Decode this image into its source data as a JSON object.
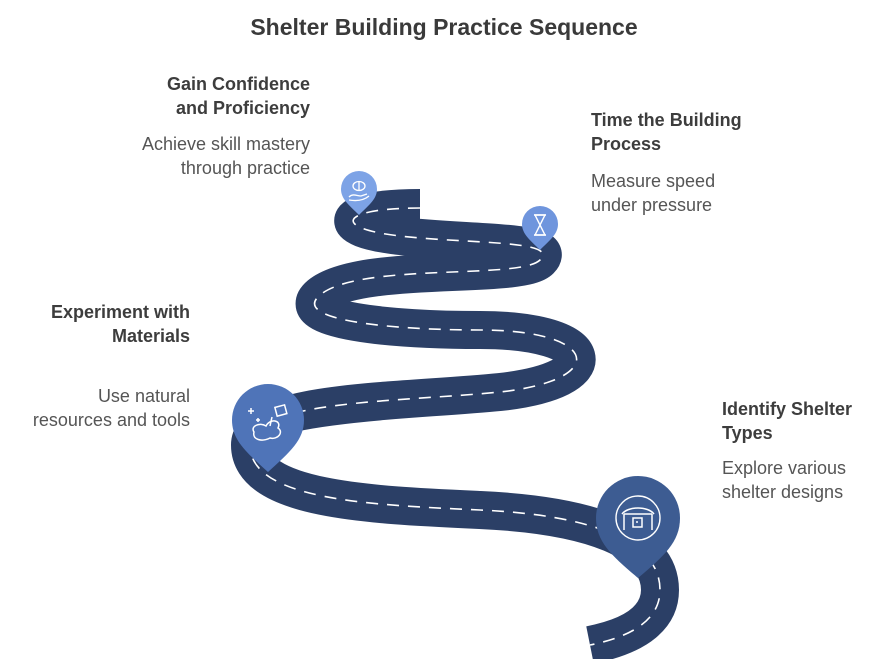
{
  "title": "Shelter Building Practice Sequence",
  "steps": [
    {
      "heading_line1": "Gain Confidence",
      "heading_line2": "and Proficiency",
      "desc_line1": "Achieve skill mastery",
      "desc_line2": "through practice",
      "icon": "hand-brain-icon",
      "color": "#7da3e6"
    },
    {
      "heading_line1": "Time the Building",
      "heading_line2": "Process",
      "desc_line1": "Measure speed",
      "desc_line2": "under pressure",
      "icon": "hourglass-icon",
      "color": "#6f95dd"
    },
    {
      "heading_line1": "Experiment with",
      "heading_line2": "Materials",
      "desc_line1": "Use natural",
      "desc_line2": "resources and tools",
      "icon": "materials-icon",
      "color": "#4f74b8"
    },
    {
      "heading_line1": "Identify Shelter",
      "heading_line2": "Types",
      "desc_line1": "Explore various",
      "desc_line2": "shelter designs",
      "icon": "shelter-icon",
      "color": "#3d5c92"
    }
  ],
  "colors": {
    "road": "#2b3f66",
    "lane": "#ffffff"
  }
}
